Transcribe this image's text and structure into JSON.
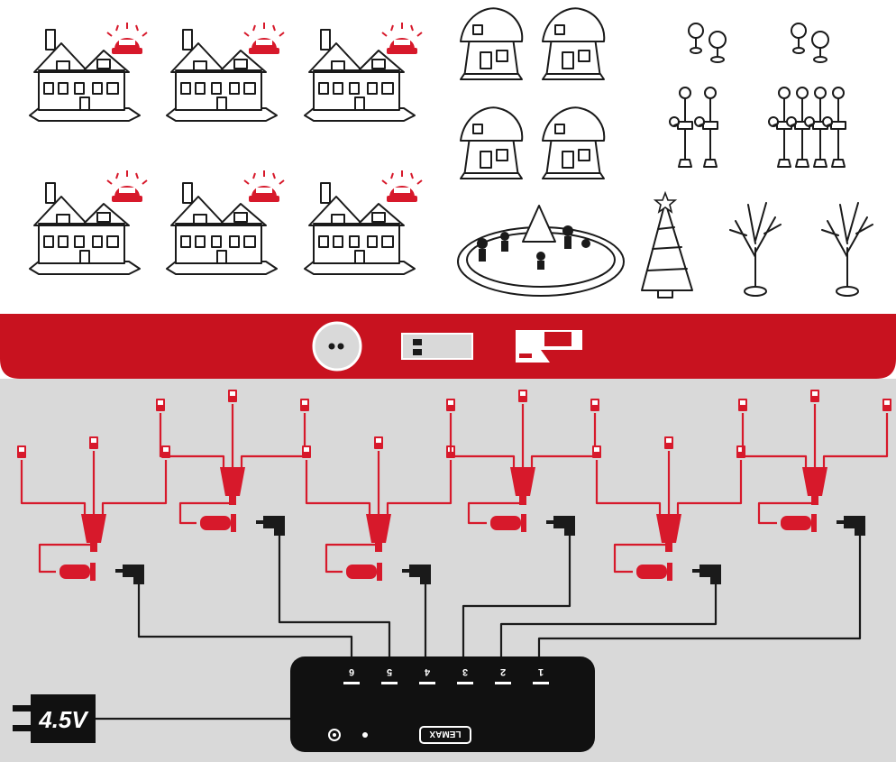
{
  "colors": {
    "accent_red": "#d7192b",
    "panel_gray": "#d9d9d9",
    "band_red": "#c8121f",
    "hub_black": "#111111",
    "wire_black": "#1a1a1a"
  },
  "icons": {
    "houses": "lit-house-icon",
    "cottages": "cottage-icon",
    "spotlights": "spotlight-icon",
    "lampposts": "lamppost-icon",
    "scene": "skating-scene-icon",
    "xmas_tree": "christmas-tree-icon",
    "bare_trees": "tree-icon",
    "adapter": "power-adapter-icon",
    "round_socket": "round-socket-icon",
    "rect_socket": "rect-socket-icon",
    "plug_adapter": "plug-adapter-icon"
  },
  "power": {
    "voltage": "4.5V"
  },
  "hub": {
    "brand": "LEMAX",
    "ports": [
      "6",
      "5",
      "4",
      "3",
      "2",
      "1"
    ]
  }
}
